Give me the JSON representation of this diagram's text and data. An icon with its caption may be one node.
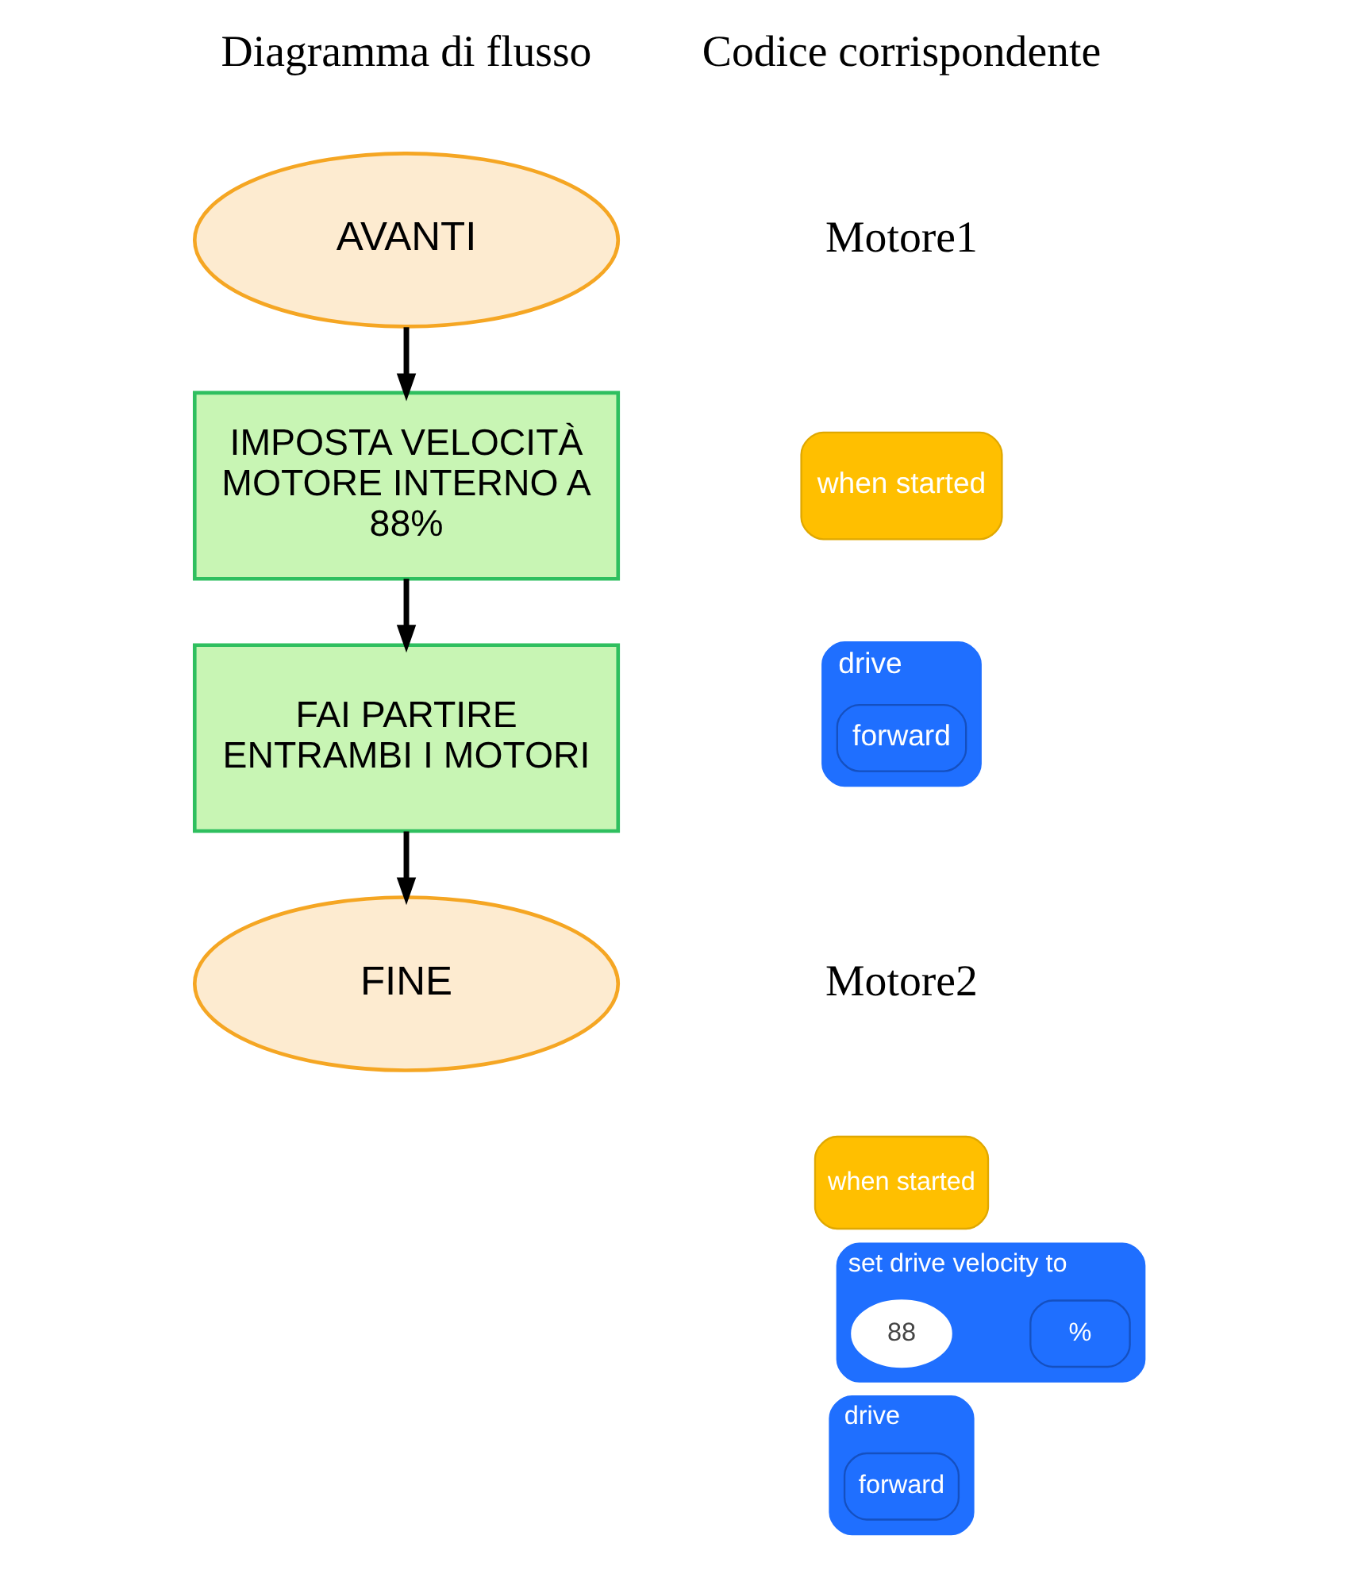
{
  "diagram": {
    "nodes": [
      {
        "text": [
          "AVANTI"
        ]
      },
      {
        "text": [
          "IMPOSTA VELOCITÀ MOTORE INTERNO A 88%"
        ]
      },
      {
        "text": [
          "FAI PARTIRE ENTRAMBI I MOTORI"
        ]
      },
      {
        "text": [
          "FINE"
        ]
      },
      {
        "text": [
          "when started"
        ]
      },
      {
        "text": [
          "drive"
        ]
      },
      {
        "text": [
          "forward"
        ],
        "in": 5
      },
      {
        "text": [
          "when started"
        ]
      },
      {
        "text": [
          "set drive velocity to"
        ]
      },
      {
        "text": [
          "88"
        ],
        "in": 8
      },
      {
        "text": [
          "%"
        ],
        "in": 8
      },
      {
        "text": [
          "drive"
        ]
      },
      {
        "text": [
          "forward"
        ],
        "in": 11
      }
    ],
    "edges": [
      {
        "from": 0,
        "to": 1,
        "arrow": "to"
      },
      {
        "from": 1,
        "to": 2,
        "arrow": "to"
      },
      {
        "from": 2,
        "to": 3,
        "arrow": "to"
      }
    ],
    "labels": [
      "Diagramma di flusso",
      "Codice corrispondente",
      "Motore1",
      "Motore2"
    ]
  }
}
